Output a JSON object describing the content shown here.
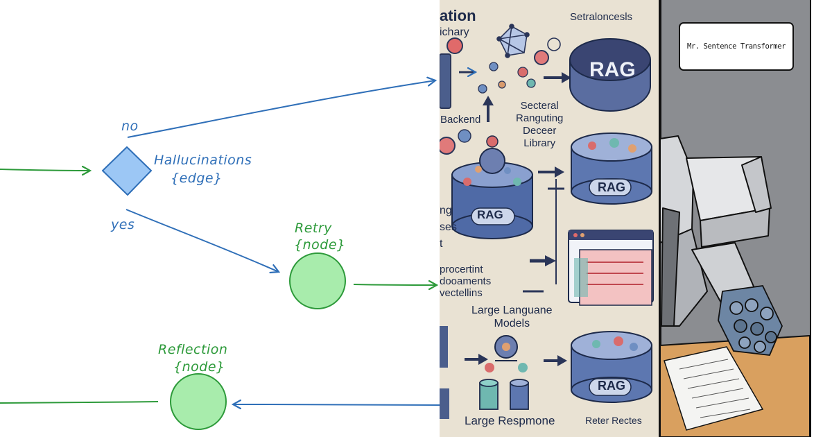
{
  "flow_diagram": {
    "edge_labels": {
      "no": "no",
      "yes": "yes"
    },
    "hallucinations": {
      "name": "Hallucinations",
      "kind": "{edge}"
    },
    "retry": {
      "name": "Retry",
      "kind": "{node}"
    },
    "reflection": {
      "name": "Reflection",
      "kind": "{node}"
    },
    "colors": {
      "edge_blue": "#2f6fb8",
      "node_green": "#2d9a3a",
      "node_fill": "#a8ecac",
      "diamond_fill": "#9cc7f5"
    }
  },
  "rag_infographic": {
    "title_fragment": "ation",
    "subtitle_fragment": "ichary",
    "header_right": "Setraloncesls",
    "backend_label": "Backend",
    "library_label": [
      "Secteral",
      "Ranguting",
      "Deceer",
      "Library"
    ],
    "cylinder_label": "RAG",
    "left_fragment": [
      "ng",
      "ses",
      "t"
    ],
    "documents_label": [
      "procertint",
      "dooaments",
      "vectellins"
    ],
    "llm_label": [
      "Large Languane",
      "Models"
    ],
    "response_label": "Large Respmone",
    "footer_right": "Reter Rectes"
  },
  "comic": {
    "caption": "Mr. Sentence Transformer"
  }
}
